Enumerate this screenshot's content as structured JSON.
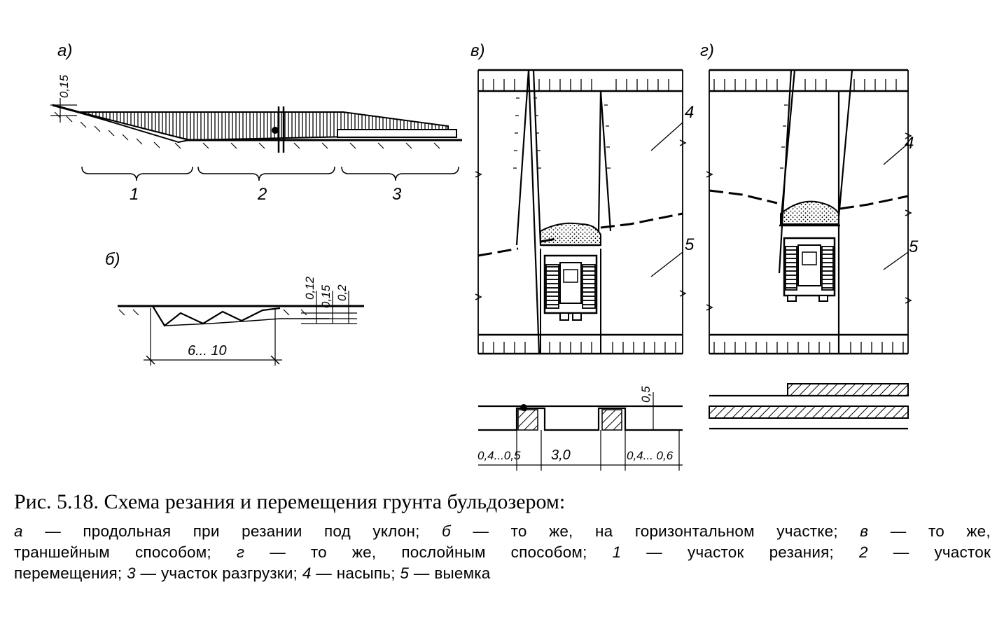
{
  "figure": {
    "panel_a": {
      "label": "а)",
      "depth": "0,15",
      "zones": [
        "1",
        "2",
        "3"
      ]
    },
    "panel_b": {
      "label": "б)",
      "depths": [
        "0,12",
        "0,15",
        "0,2"
      ],
      "length": "6... 10"
    },
    "panel_v": {
      "label": "в)",
      "markers": [
        "4",
        "5"
      ],
      "section_height": "0,5",
      "widths": [
        "0,4...0,5",
        "3,0",
        "0,4... 0,6"
      ]
    },
    "panel_g": {
      "label": "г)",
      "markers": [
        "4",
        "5"
      ]
    }
  },
  "caption": {
    "title": "Рис.  5.18. Схема резания и перемещения грунта бульдозером:",
    "lines": [
      [
        {
          "t": "а",
          "i": true
        },
        {
          "t": " — продольная при резании под уклон; "
        },
        {
          "t": "б",
          "i": true
        },
        {
          "t": " — то же, на горизонтальном участке; "
        },
        {
          "t": "в",
          "i": true
        },
        {
          "t": " — то же,"
        }
      ],
      [
        {
          "t": "траншейным способом; "
        },
        {
          "t": "г",
          "i": true
        },
        {
          "t": " — то же, послойным способом; "
        },
        {
          "t": "1",
          "i": true
        },
        {
          "t": " — участок резания; "
        },
        {
          "t": "2",
          "i": true
        },
        {
          "t": " — участок"
        }
      ],
      [
        {
          "t": "перемещения; "
        },
        {
          "t": "3",
          "i": true
        },
        {
          "t": " — участок разгрузки; "
        },
        {
          "t": "4",
          "i": true
        },
        {
          "t": " — насыпь; "
        },
        {
          "t": "5",
          "i": true
        },
        {
          "t": " — выемка"
        }
      ]
    ]
  }
}
